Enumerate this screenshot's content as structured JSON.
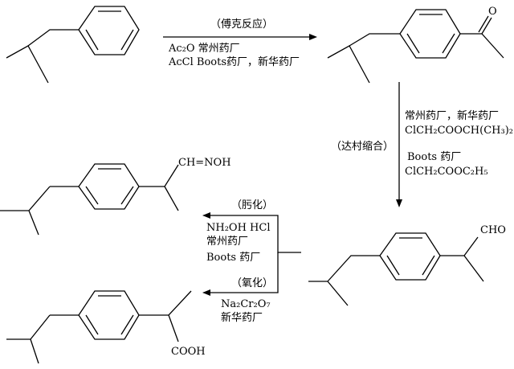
{
  "step1": {
    "title": "（傅克反应）",
    "line1": "Ac₂O  常州药厂",
    "line2": "AcCl  Boots药厂，新华药厂"
  },
  "step2": {
    "title": "（达村缩合）",
    "line1": "常州药厂，新华药厂",
    "line2": "ClCH₂COOCH(CH₃)₂",
    "line3": "Boots 药厂",
    "line4": "ClCH₂COOC₂H₅"
  },
  "step3": {
    "title": "（肟化）",
    "line1": "NH₂OH   HCl",
    "line2": "常州药厂",
    "line3": "Boots 药厂"
  },
  "step4": {
    "title": "（氧化）",
    "line1": "Na₂Cr₂O₇",
    "line2": "新华药厂"
  },
  "molecules": {
    "ketone_o": "O",
    "aldehyde": "CHO",
    "oxime": "CH=NOH",
    "acid": "COOH"
  }
}
